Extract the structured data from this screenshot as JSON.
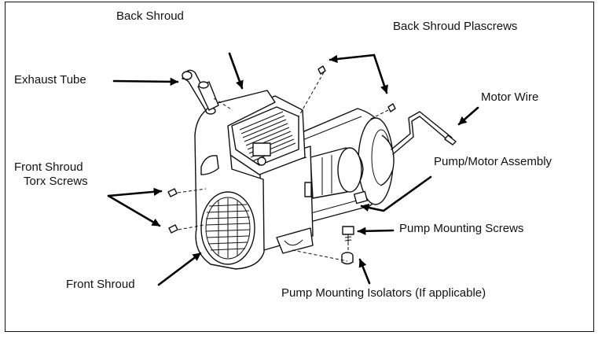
{
  "labels": {
    "back_shroud": "Back Shroud",
    "back_shroud_plascrews": "Back Shroud Plascrews",
    "exhaust_tube": "Exhaust Tube",
    "motor_wire": "Motor Wire",
    "front_shroud_torx_screws_line1": "Front Shroud",
    "front_shroud_torx_screws_line2": "Torx Screws",
    "pump_motor_assembly": "Pump/Motor Assembly",
    "pump_mounting_screws": "Pump Mounting Screws",
    "front_shroud": "Front Shroud",
    "pump_mounting_isolators": "Pump Mounting Isolators (If applicable)"
  }
}
